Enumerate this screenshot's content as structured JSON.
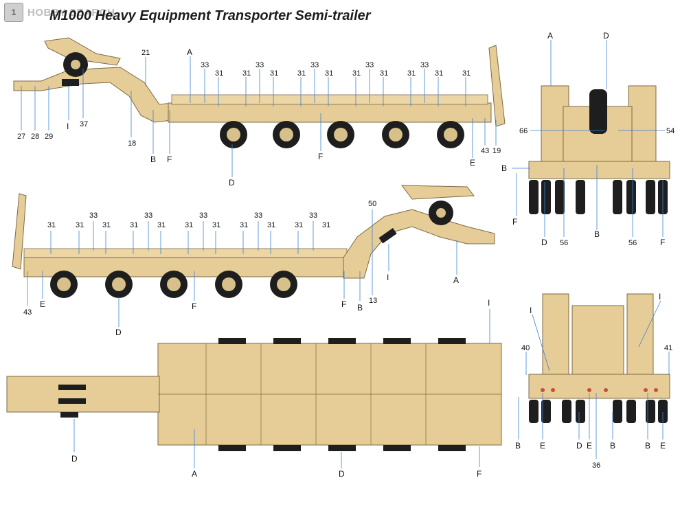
{
  "watermark": {
    "brand": "HOBBY SEARCH",
    "icon": "hobbysearch-logo-icon"
  },
  "title": "M1000 Heavy Equipment Transporter Semi-trailer",
  "colors": {
    "body": "#e6cc96",
    "outline": "#7d6a44",
    "tire": "#1e1e1e",
    "hub": "#d8c08a",
    "leader": "#3a7fd5",
    "light": "#c8503a"
  },
  "views": {
    "side_left": {
      "labels": [
        "A",
        "21",
        "33",
        "31",
        "31",
        "33",
        "31",
        "31",
        "33",
        "31",
        "31",
        "33",
        "31",
        "31",
        "33",
        "31",
        "31",
        "27",
        "28",
        "29",
        "I",
        "37",
        "18",
        "B",
        "F",
        "F",
        "D",
        "E",
        "43",
        "19"
      ]
    },
    "side_right": {
      "labels": [
        "31",
        "31",
        "31",
        "33",
        "31",
        "31",
        "33",
        "31",
        "31",
        "33",
        "31",
        "31",
        "33",
        "31",
        "31",
        "33",
        "50",
        "I",
        "A",
        "F",
        "B",
        "13",
        "43",
        "E",
        "D",
        "F"
      ]
    },
    "top": {
      "labels": [
        "I",
        "D",
        "A",
        "D",
        "F"
      ]
    },
    "rear_upper": {
      "labels": [
        "A",
        "D",
        "66",
        "54",
        "B",
        "F",
        "D",
        "56",
        "B",
        "56",
        "F"
      ]
    },
    "rear_lower": {
      "labels": [
        "I",
        "I",
        "40",
        "41",
        "B",
        "E",
        "D",
        "E",
        "B",
        "B",
        "E",
        "36"
      ]
    }
  }
}
